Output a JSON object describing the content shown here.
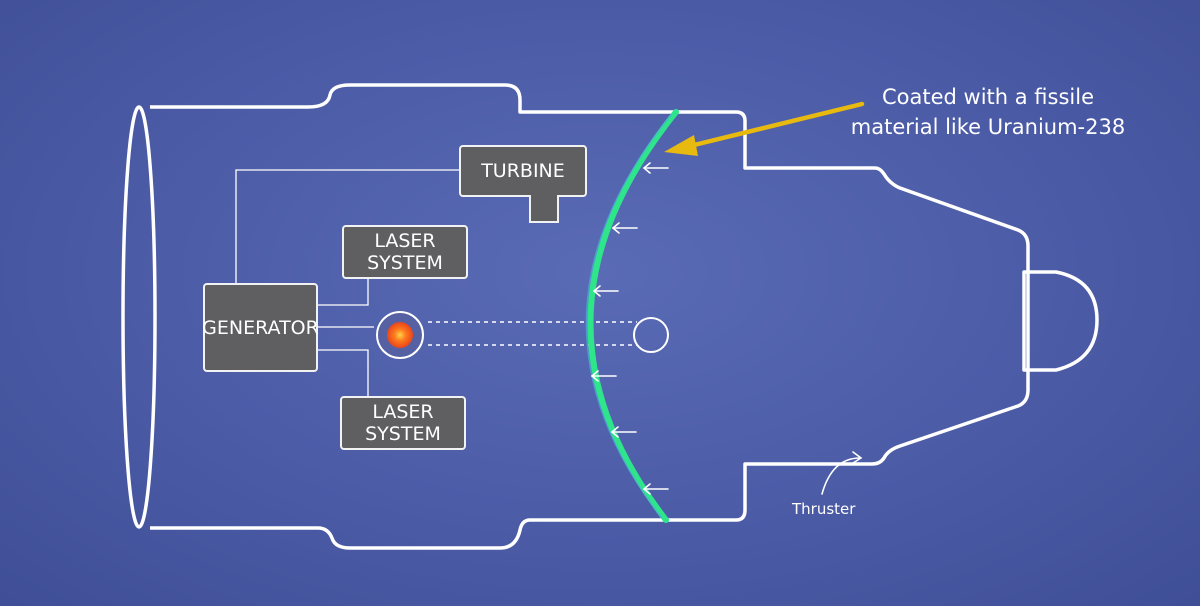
{
  "diagram": {
    "turbine_label": "TURBINE",
    "laser_top": [
      "LASER",
      "SYSTEM"
    ],
    "laser_bottom": [
      "LASER",
      "SYSTEM"
    ],
    "generator_label": "GENERATOR",
    "callout_lines": [
      "Coated with a fissile",
      "material like Uranium-238"
    ],
    "thruster_label": "Thruster"
  },
  "colors": {
    "background": "#4b5ba6",
    "outline": "#ffffff",
    "box_fill": "#5f5f61",
    "coating": "#2ee58a",
    "callout_arrow": "#e8b90f",
    "fuel_pellet": "#ff6a1a"
  }
}
